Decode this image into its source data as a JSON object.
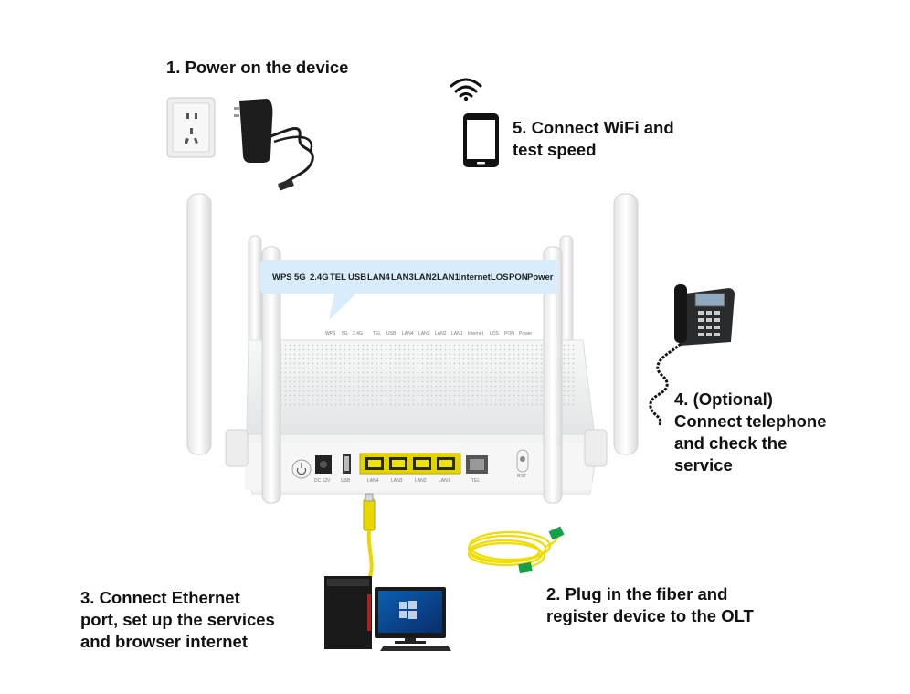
{
  "steps": {
    "step1": {
      "lines": [
        "1. Power on the device"
      ]
    },
    "step2": {
      "lines": [
        "2. Plug in the fiber and",
        "register device to the OLT"
      ]
    },
    "step3": {
      "lines": [
        "3. Connect Ethernet",
        "port, set up the services",
        "and browser internet"
      ]
    },
    "step4": {
      "lines": [
        "4. (Optional)",
        "Connect telephone",
        "and check the",
        "service"
      ]
    },
    "step5": {
      "lines": [
        "5. Connect WiFi and",
        "test speed"
      ]
    }
  },
  "indicator_labels": [
    "WPS",
    "5G",
    "2.4G",
    "TEL",
    "USB",
    "LAN4",
    "LAN3",
    "LAN2",
    "LAN1",
    "Internet",
    "LOS",
    "PON",
    "Power"
  ],
  "ports": {
    "power_button": "",
    "dc": "DC 12V",
    "usb": "USB",
    "lan": [
      "LAN4",
      "LAN3",
      "LAN2",
      "LAN1"
    ],
    "tel": "TEL",
    "rst": "RST"
  },
  "colors": {
    "lan_port": "#f2e300",
    "callout": "#d8ecfb",
    "fiber_cable": "#f3e000",
    "fiber_connector": "#14a04a",
    "router_body": "#f1f2f2"
  },
  "icons": [
    "wifi-icon",
    "smartphone-icon",
    "wall-socket-icon",
    "power-adapter-icon",
    "router-icon",
    "desk-phone-icon",
    "desktop-computer-icon",
    "ethernet-cable-icon",
    "fiber-cable-icon"
  ]
}
